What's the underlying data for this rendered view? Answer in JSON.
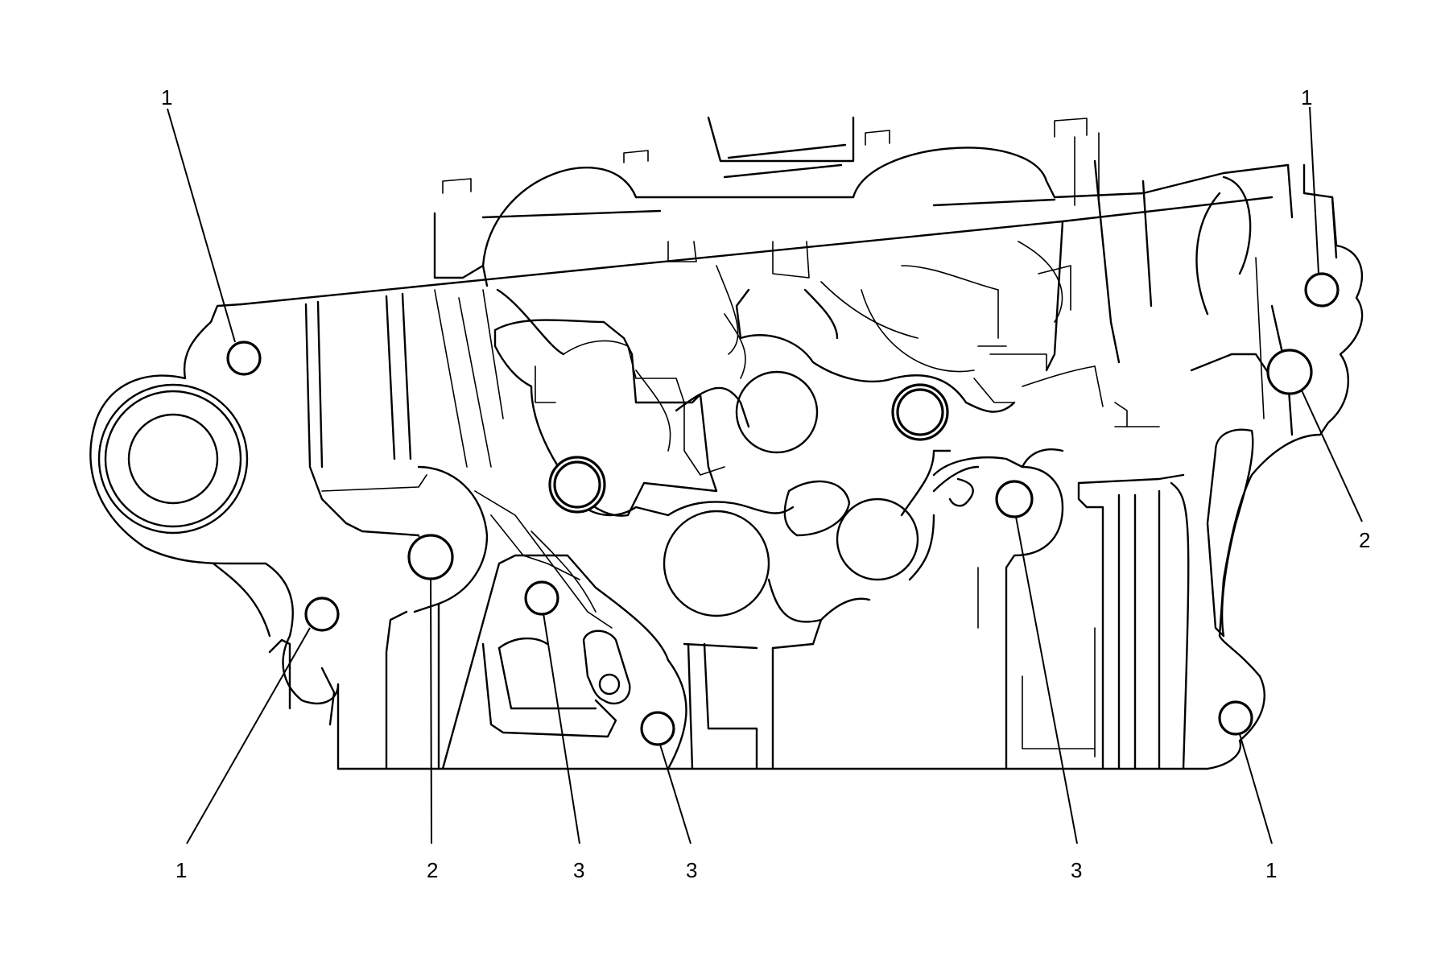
{
  "callouts": [
    {
      "label": "1"
    },
    {
      "label": "1"
    },
    {
      "label": "2"
    },
    {
      "label": "1"
    },
    {
      "label": "2"
    },
    {
      "label": "3"
    },
    {
      "label": "3"
    },
    {
      "label": "3"
    },
    {
      "label": "1"
    }
  ],
  "colors": {
    "stroke": "#000000",
    "background": "#ffffff"
  }
}
